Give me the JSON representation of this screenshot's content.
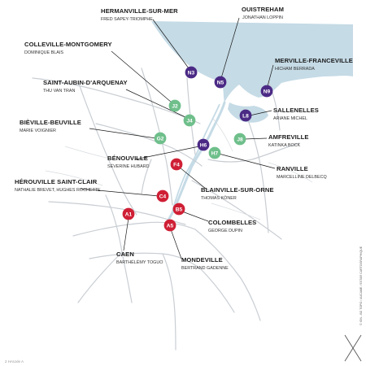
{
  "colors": {
    "purple": "#4b2a85",
    "green": "#6fbf8b",
    "red": "#cf1f35",
    "water": "#c5dbe6",
    "road": "#c9ced3"
  },
  "places": [
    {
      "id": "N3",
      "place": "HERMANVILLE-SUR-MER",
      "person": "FRED SAPEY-TRIOMPHE",
      "color": "purple"
    },
    {
      "id": "N5",
      "place": "OUISTREHAM",
      "person": "JONATHAN LOPPIN",
      "color": "purple"
    },
    {
      "id": "N9",
      "place": "MERVILLE-FRANCEVILLE",
      "person": "HICHAM BERRADA",
      "color": "purple"
    },
    {
      "id": "J2",
      "place": "COLLEVILLE-MONTGOMERY",
      "person": "DOMINIQUE BLAIS",
      "color": "green"
    },
    {
      "id": "J4",
      "place": "SAINT-AUBIN-D'ARQUENAY",
      "person": "THU VAN TRAN",
      "color": "green"
    },
    {
      "id": "L8",
      "place": "SALLENELLES",
      "person": "ARIANE MICHEL",
      "color": "purple"
    },
    {
      "id": "G2",
      "place": "BIÈVILLE-BEUVILLE",
      "person": "MARIE VOIGNIER",
      "color": "green"
    },
    {
      "id": "J8",
      "place": "AMFREVILLE",
      "person": "KATINKA BOCK",
      "color": "green"
    },
    {
      "id": "H6",
      "place": "BÉNOUVILLE",
      "person": "SÉVERINE HUBARD",
      "color": "purple"
    },
    {
      "id": "H7",
      "place": "RANVILLE",
      "person": "MARCELLINE DELBECQ",
      "color": "green"
    },
    {
      "id": "F4",
      "place": "BLAINVILLE-SUR-ORNE",
      "person": "THOMAS KÖNER",
      "color": "red"
    },
    {
      "id": "C4",
      "place": "HÉROUVILLE SAINT-CLAIR",
      "person": "NATHALIE BREVET, HUGHES ROCHETTE",
      "color": "red"
    },
    {
      "id": "B5",
      "place": "COLOMBELLES",
      "person": "GEORGE DUPIN",
      "color": "red"
    },
    {
      "id": "A1",
      "place": "CAEN",
      "person": "BARTHÉLÉMY TOGUO",
      "color": "red"
    },
    {
      "id": "A5",
      "place": "MONDEVILLE",
      "person": "BERTRAND GADENNE",
      "color": "red"
    }
  ],
  "credit": "© IGN - BD TOPO / AUCAME / ESTAR CARTOGRAPHIQUE",
  "footer": "2 HAUxle      A"
}
